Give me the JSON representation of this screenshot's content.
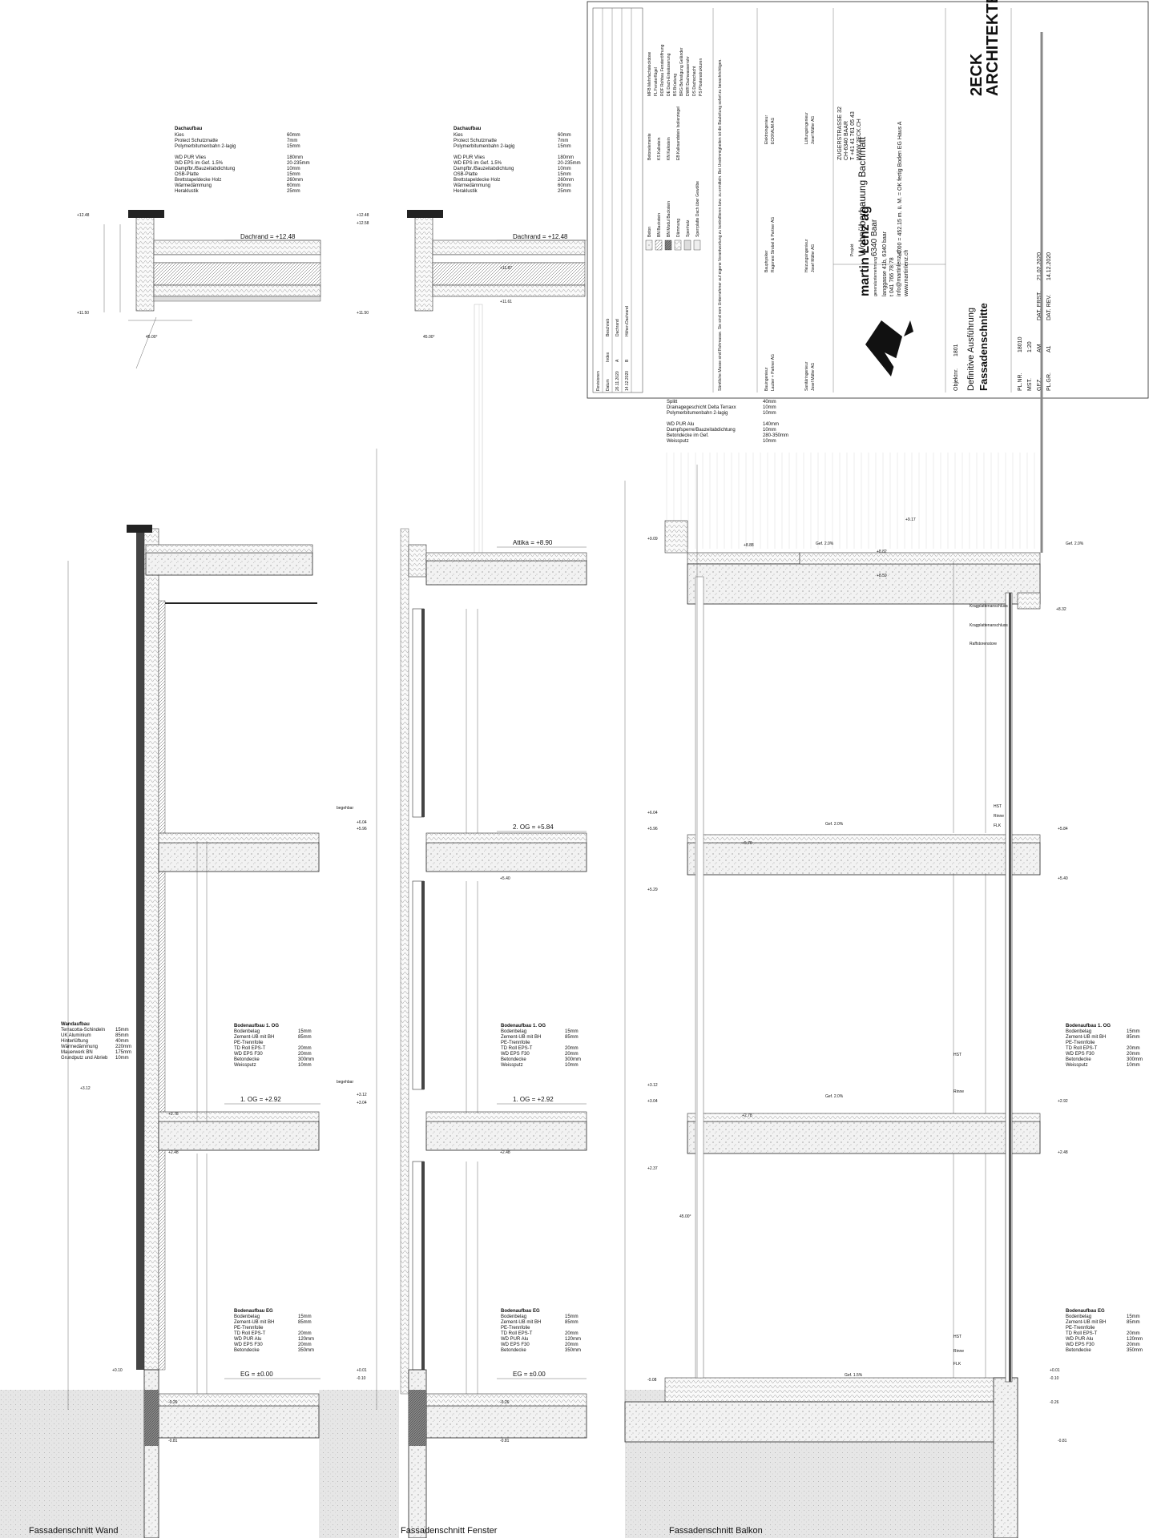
{
  "sections": [
    {
      "id": "wand",
      "caption": "Fassadenschnitt Wand"
    },
    {
      "id": "fenster",
      "caption": "Fassadenschnitt Fenster"
    },
    {
      "id": "balkon",
      "caption": "Fassadenschnitt Balkon"
    }
  ],
  "levels": {
    "dachrand": "Dachrand = +12.48",
    "attika": "Attika = +8.90",
    "og2": "2. OG = +5.84",
    "og1": "1. OG = +2.92",
    "eg": "EG = ±0.00",
    "roof_values": [
      "+12.48",
      "+12.58",
      "+11.87",
      "+11.61",
      "+11.50"
    ],
    "balk_top": [
      "+9.17",
      "+9.09",
      "+8.88",
      "+8.82",
      "+8.59",
      "+8.32"
    ],
    "og2_values": [
      "+6.04",
      "+5.96",
      "+5.70",
      "+5.84",
      "+5.40",
      "+5.29"
    ],
    "og1_values": [
      "+3.12",
      "+3.04",
      "+2.78",
      "+2.92",
      "+2.48",
      "+2.37"
    ],
    "eg_values": [
      "+0.10",
      "+0.01",
      "-0.10",
      "-0.26",
      "-0.81",
      "-0.08"
    ]
  },
  "buildups": {
    "dach": {
      "title": "Dachaufbau",
      "rows": [
        [
          "Kies",
          "60mm"
        ],
        [
          "Protect Schutzmatte",
          "7mm"
        ],
        [
          "Polymerbitumenbahn 2-lagig",
          "15mm"
        ],
        [
          "WD PUR Vlies",
          "180mm"
        ],
        [
          "WD EPS im Gef. 1.5%",
          "20-235mm"
        ],
        [
          "Dampfbr./Bauzeitabdichtung",
          "10mm"
        ],
        [
          "OSB-Platte",
          "15mm"
        ],
        [
          "Brettstapeldecke Holz",
          "260mm"
        ],
        [
          "Wärmedämmung",
          "60mm"
        ],
        [
          "Heraklustik",
          "25mm"
        ]
      ]
    },
    "wand": {
      "title": "Wandaufbau",
      "rows": [
        [
          "Terracotta-Schindeln",
          "15mm"
        ],
        [
          "UK Aluminium",
          "85mm"
        ],
        [
          "Hinterlüftung",
          "40mm"
        ],
        [
          "Wärmedämmung",
          "220mm"
        ],
        [
          "Mauerwerk BN",
          "175mm"
        ],
        [
          "Grundputz und Abrieb",
          "10mm"
        ]
      ]
    },
    "boden1": {
      "title": "Bodenaufbau 1. OG",
      "rows": [
        [
          "Bodenbelag",
          "15mm"
        ],
        [
          "Zement-UB mit BH",
          "85mm"
        ],
        [
          "PE-Trennfolie",
          ""
        ],
        [
          "TD Roll EPS-T",
          "20mm"
        ],
        [
          "WD EPS F30",
          "20mm"
        ],
        [
          "Betondecke",
          "300mm"
        ],
        [
          "Weissputz",
          "10mm"
        ]
      ]
    },
    "bodeneg": {
      "title": "Bodenaufbau EG",
      "rows": [
        [
          "Bodenbelag",
          "15mm"
        ],
        [
          "Zement-UB mit BH",
          "85mm"
        ],
        [
          "PE-Trennfolie",
          ""
        ],
        [
          "TD Roll EPS-T",
          "20mm"
        ],
        [
          "WD PUR Alu",
          "120mm"
        ],
        [
          "WD EPS F30",
          "20mm"
        ],
        [
          "Betondecke",
          "350mm"
        ]
      ]
    },
    "terrasse": {
      "rows": [
        [
          "Splitt",
          "40mm"
        ],
        [
          "Drainagegeschicht Delta Terraxx",
          "10mm"
        ],
        [
          "Polymerbitumenbahn 2-lagig",
          "10mm"
        ],
        [
          "WD PUR Alu",
          "140mm"
        ],
        [
          "Dampfsperre/Bauzeitabdichtung",
          "10mm"
        ],
        [
          "Betondecke im Gef.",
          "280-350mm"
        ],
        [
          "Weissputz",
          "10mm"
        ]
      ]
    }
  },
  "annotations": {
    "kragplatte": "Kragplattenanschluss",
    "raffstore": "Raffstorenstore",
    "rinne": "Rinne",
    "flk": "FLK",
    "hst": "HST",
    "gef2": "Gef. 2.0%",
    "gef15": "Gef. 1.5%",
    "begehbar": "begehbar",
    "angle": "45.00°"
  },
  "titleblock": {
    "firm1": "2ECK",
    "firm2": "ARCHITEKTEN",
    "firm_addr": "ZUGERSTRASSE 32",
    "firm_city": "CH-6340 BAAR",
    "firm_tel": "T +41 41 761 05 43",
    "firm_web": "WWW.2ECK.CH",
    "client1": "martin Lenz ag",
    "client2": "generalunternehmung",
    "client_addr": "langgasse 41b, 6340 baar",
    "client_tel": "t 041 766 78 78",
    "client_mail": "info@martinlenz.ch",
    "client_web": "www.martinlenz.ch",
    "projekt_label": "Projekt",
    "projekt": "Wohnüberbauung Bachmatt",
    "ort": "6340 Baar",
    "objekt_label": "Objektnr.",
    "objekt": "1801",
    "plan_nr_label": "PL.NR.",
    "plan_nr": "18010",
    "mst_label": "MST.",
    "mst": "1:20",
    "gez_label": "GEZ.",
    "gez": "AM",
    "dat_label": "DAT. ERST.",
    "dat": "21.02.2020",
    "rev_label": "DAT. REV.",
    "rev": "14.12.2020",
    "plgr_label": "PL.GR.",
    "plgr": "A1",
    "phase": "Definitive Ausführung",
    "title": "Fassadenschnitte",
    "height_ref": "±0.00 = 452.15 m. ü. M. = OK fertig Boden EG Haus A",
    "rev_head": [
      "Revisionen",
      "Datum",
      "Index",
      "Beschrieb"
    ],
    "rev_rows": [
      [
        "26.11.2020",
        "A",
        "Dachrand"
      ],
      [
        "14.12.2020",
        "B",
        "Höhen Dachrand"
      ]
    ],
    "legend": [
      "Beton",
      "BN Backstein",
      "BN Modul Backstein",
      "Dämmung",
      "Sperrholz",
      "Sperrplatte Dach über Gewölbe"
    ],
    "legend2": [
      "Betonelemente",
      "KS Kalkstein",
      "KN Kalkstein",
      "EB Kalksandstein Isolierziegel"
    ],
    "abbr": [
      "MFB Mehrfachsteckdose",
      "FL Fensterflügel",
      "ROF Rohbau Fensteröffnung",
      "DE Dach-Entwässerung",
      "BS Brüstung",
      "BRG Befestigung Geländer",
      "DWR Dachwasserrohr",
      "DS Dachschacht",
      "PS Pfostenstrukturen"
    ],
    "notes": "Sämtliche Masse sind Rohmasse. Sie sind vom Unternehmer auf eigene Verantwortung zu kontrollieren bzw. zu ermitteln. Bei Unstimmigkeiten ist die Bauleitung sofort zu benachrichtigen.",
    "consult1_head": "Bauingenieur",
    "consult1": "Lauber + Partner AG",
    "consult2_head": "Bauphysiker",
    "consult2": "Ragonesi Strobel & Partner AG",
    "consult3_head": "Elektroingenieur",
    "consult3": "ECKRAUM AG",
    "consult4_head": "Sanitäringenieur",
    "consult4": "Josef Müller AG",
    "consult5_head": "Heizungsingenieur",
    "consult5": "Josef Müller AG",
    "consult6_head": "Lüftungsingenieur",
    "consult6": "Josef Müller AG"
  }
}
